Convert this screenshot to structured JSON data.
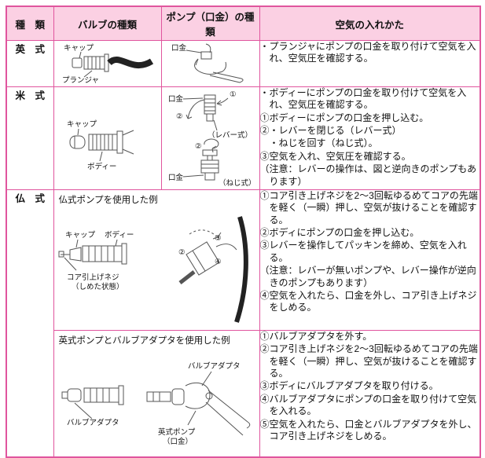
{
  "colors": {
    "accent_border": "#e0559e",
    "header_bg": "#fbd0e3",
    "ink": "#111111",
    "sketch": "#555555",
    "dark_tube": "#222222"
  },
  "header": {
    "type": "種　類",
    "valve": "バルブの種類",
    "pump": "ポンプ（口金）の種類",
    "howto": "空気の入れかた"
  },
  "british": {
    "type_label": "英　式",
    "valve": {
      "cap": "キャップ",
      "plunger": "プランジャ"
    },
    "pump": {
      "nozzle": "口金"
    },
    "howto": {
      "l1": "・プランジャにポンプの口金を取り付けて空気を入れ、空気圧を確認する。"
    }
  },
  "american": {
    "type_label": "米　式",
    "valve": {
      "cap": "キャップ",
      "body": "ボディー"
    },
    "pump": {
      "nozzle1": "口金",
      "num1": "①",
      "num2": "②",
      "lever_type": "（レバー式）",
      "num2b": "②",
      "nozzle2": "口金",
      "screw_type": "（ねじ式）"
    },
    "howto": {
      "l1": "・ボディーにポンプの口金を取り付けて空気を入れ、空気圧を確認する。",
      "l2": "①ボディーにポンプの口金を押し込む。",
      "l3": "②・レバーを閉じる（レバー式）",
      "l4": "・ねじを回す（ねじ式）。",
      "l5": "③空気を入れ、空気圧を確認する。",
      "l6": "（注意：レバーの操作は、図と逆向きのポンプもあります）"
    }
  },
  "french": {
    "type_label": "仏　式",
    "example1": {
      "title": "仏式ポンプを使用した例",
      "labels": {
        "cap": "キャップ",
        "body": "ボディー",
        "core": "コア引上げネジ",
        "core_state": "（しめた状態）",
        "n2": "②",
        "n3": "③",
        "n4": "④"
      },
      "howto": {
        "l1": "①コア引き上げネジを2〜3回転ゆるめてコアの先端を軽く（一瞬）押し、空気が抜けることを確認する。",
        "l2": "②ボディにポンプの口金を押し込む。",
        "l3": "③レバーを操作してパッキンを締め、空気を入れる。",
        "l4": "（注意：レバーが無いポンプや、レバー操作が逆向きのポンプもあります）",
        "l5": "④空気を入れたら、口金を外し、コア引き上げネジをしめる。"
      }
    },
    "example2": {
      "title": "英式ポンプとバルブアダプタを使用した例",
      "labels": {
        "adapter_left": "バルブアダプタ",
        "adapter_right": "バルブアダプタ",
        "pump": "英式ポンプ",
        "nozzle": "（口金）"
      },
      "howto": {
        "l1": "①バルブアダプタを外す。",
        "l2": "②コア引き上げネジを2〜3回転ゆるめてコアの先端を軽く（一瞬）押し、空気が抜けることを確認する。",
        "l3": "③ボディにバルブアダプタを取り付ける。",
        "l4": "④バルブアダプタにポンプの口金を取り付けて空気を入れる。",
        "l5": "⑤空気を入れたら、口金とバルブアダプタを外し、コア引き上げネジをしめる。"
      }
    }
  }
}
